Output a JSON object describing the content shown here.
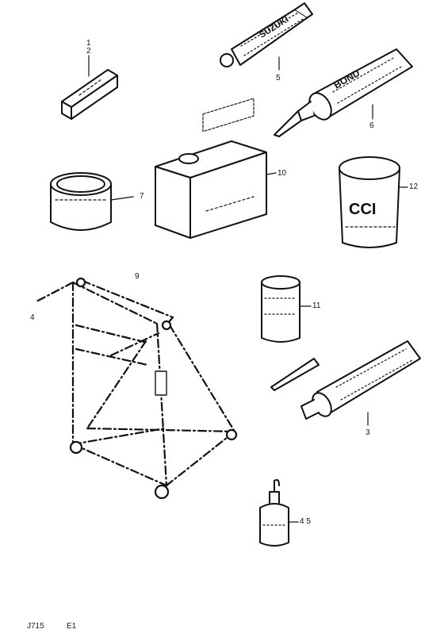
{
  "labels": {
    "p1a": "1",
    "p1b": "2",
    "p5": "5",
    "p6": "6",
    "p7": "7",
    "p10": "10",
    "p12": "12",
    "p9": "9",
    "p4": "4",
    "p11": "11",
    "p3": "3",
    "p4s": "4 5"
  },
  "tube_prints": {
    "tube5": "SUZUKI",
    "tube6": "BOND",
    "can12": "CCI"
  },
  "footer": {
    "code": "J715",
    "suffix": "E1"
  }
}
